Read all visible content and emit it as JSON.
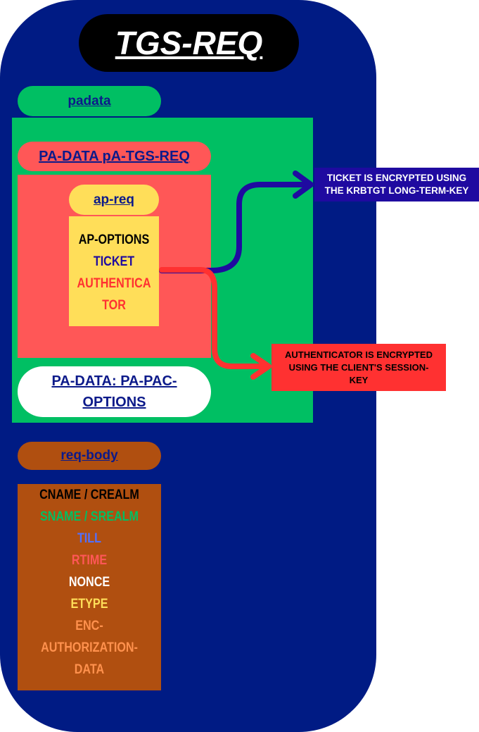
{
  "title": "TGS-REQ",
  "padata": {
    "label": "padata",
    "pa_tgs_req": {
      "label": "PA-DATA pA-TGS-REQ",
      "ap_req": {
        "label": "ap-req",
        "fields": [
          "AP-OPTIONS",
          "TICKET",
          "AUTHENTICA",
          "TOR"
        ]
      }
    },
    "pa_pac_options": {
      "line1": "PA-DATA: PA-PAC-",
      "line2": "OPTIONS"
    }
  },
  "notes": {
    "ticket": {
      "line1": "TICKET IS ENCRYPTED USING",
      "line2": "THE KRBTGT LONG-TERM-KEY"
    },
    "authenticator": {
      "line1": "AUTHENTICATOR IS ENCRYPTED",
      "line2": "USING THE CLIENT'S SESSION-",
      "line3": "KEY"
    }
  },
  "req_body": {
    "label": "req-body",
    "fields": [
      "CNAME / CREALM",
      "SNAME / SREALM",
      "TILL",
      "RTIME",
      "NONCE",
      "ETYPE",
      "ENC-",
      "AUTHORIZATION-",
      "DATA"
    ]
  },
  "colors": {
    "outer": "#001b84",
    "green": "#00bf63",
    "red": "#ff5757",
    "yellow": "#ffde59",
    "brown": "#b04f10",
    "ticket_note": "#1f0aa0",
    "auth_note": "#ff3131"
  }
}
